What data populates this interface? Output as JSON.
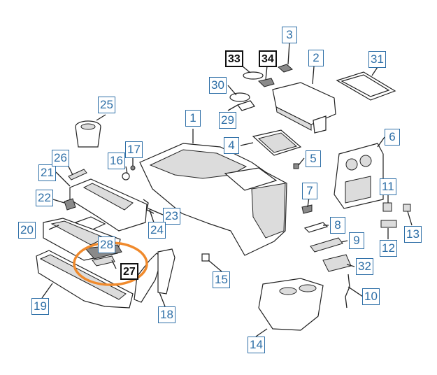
{
  "callouts": {
    "c1": "1",
    "c2": "2",
    "c3": "3",
    "c4": "4",
    "c5": "5",
    "c6": "6",
    "c7": "7",
    "c8": "8",
    "c9": "9",
    "c10": "10",
    "c11": "11",
    "c12": "12",
    "c13": "13",
    "c14": "14",
    "c15": "15",
    "c16": "16",
    "c17": "17",
    "c18": "18",
    "c19": "19",
    "c20": "20",
    "c21": "21",
    "c22": "22",
    "c23": "23",
    "c24": "24",
    "c25": "25",
    "c26": "26",
    "c27": "27",
    "c28": "28",
    "c29": "29",
    "c30": "30",
    "c31": "31",
    "c32": "32",
    "c33": "33",
    "c34": "34"
  },
  "colors": {
    "callout_border": "#2e6fa7",
    "highlight_circle": "#f08a2c",
    "line_art": "#222222"
  }
}
